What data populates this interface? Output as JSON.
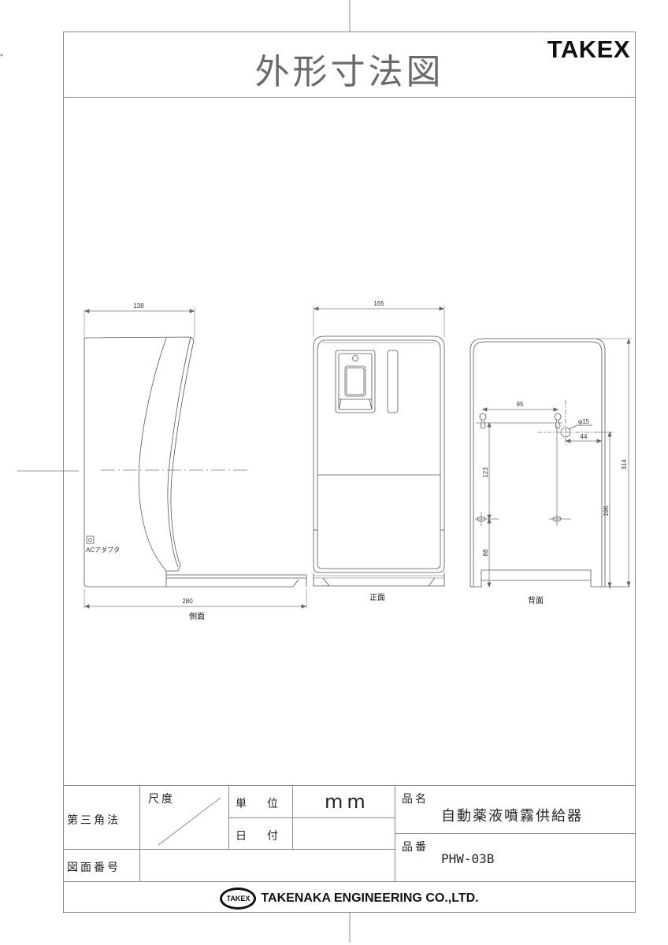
{
  "header": {
    "title": "外形寸法図",
    "brand": "TAKEX"
  },
  "views": {
    "side": {
      "label": "側面",
      "width_dim": "138",
      "depth_dim": "280",
      "ac_adapter_label": "ACアダプタ"
    },
    "front": {
      "label": "正面",
      "width_dim": "165"
    },
    "back": {
      "label": "背面",
      "hole_spacing_dim": "95",
      "hole_diameter_dim": "φ15",
      "hole_offset_dim": "44",
      "upper_height_dim": "123",
      "lower_height_dim": "88",
      "hole_height_dim": "196",
      "total_height_dim": "314"
    }
  },
  "title_block": {
    "projection": "第三角法",
    "scale_label": "尺度",
    "unit_label": "単　位",
    "unit_value": "mm",
    "date_label": "日　付",
    "date_value": "",
    "drawing_number_label": "図面番号",
    "drawing_number_value": "",
    "product_name_label": "品名",
    "product_name_value": "自動薬液噴霧供給器",
    "product_number_label": "品番",
    "product_number_value": "PHW-03B",
    "company_logo_text": "TAKEX",
    "company_name": "TAKENAKA ENGINEERING CO.,LTD."
  },
  "colors": {
    "line": "#8a8a8a",
    "drawing_line": "#555555",
    "title_gray": "#6a6a6a"
  }
}
